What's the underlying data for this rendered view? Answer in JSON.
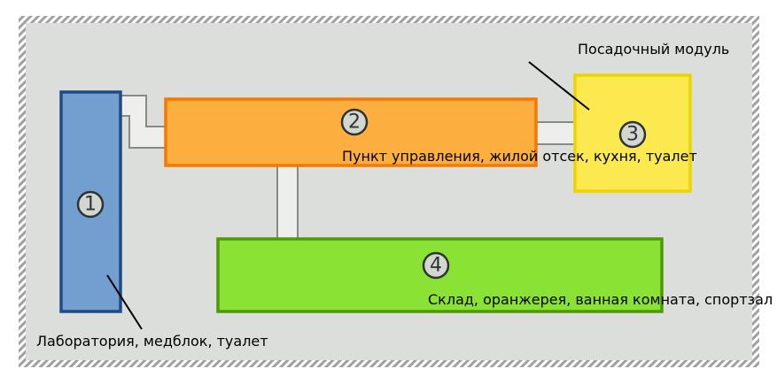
{
  "modules": [
    {
      "number": "1",
      "label": "Лаборатория, медблок, туалет",
      "color": "#729fcf"
    },
    {
      "number": "2",
      "label": "Пункт управления, жилой отсек, кухня, туалет",
      "color": "#fcaf3e"
    },
    {
      "number": "3",
      "label": "Посадочный модуль",
      "color": "#fce94f"
    },
    {
      "number": "4",
      "label": "Склад, оранжерея, ванная комната, спортзал",
      "color": "#8ae234"
    }
  ]
}
